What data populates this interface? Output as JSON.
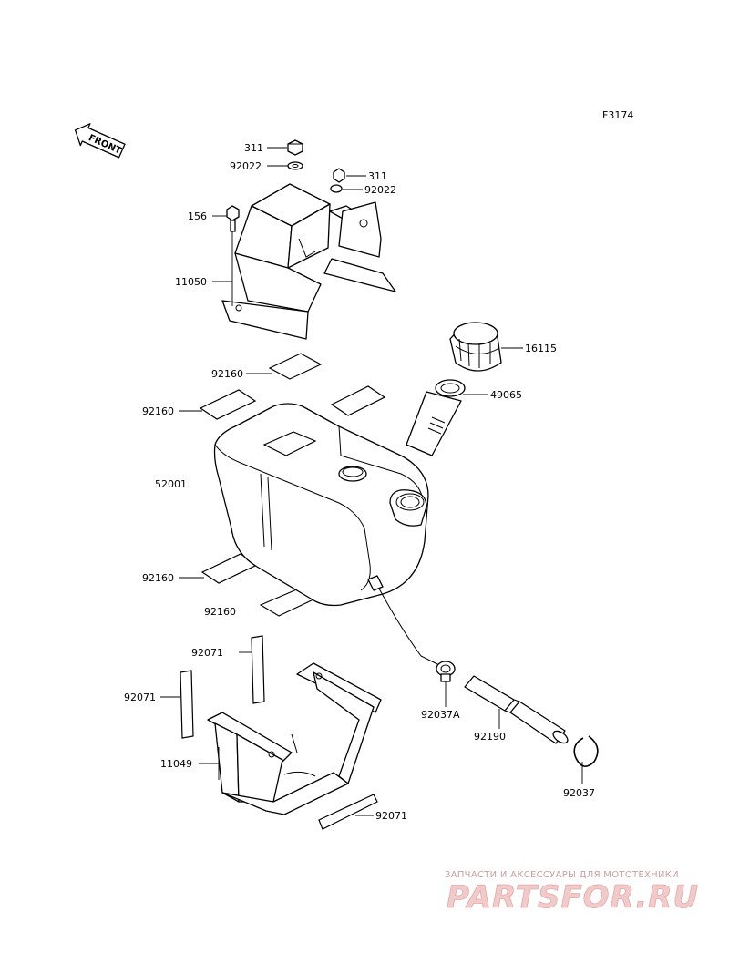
{
  "figure_code": "F3174",
  "front_label": "FRONT",
  "labels": {
    "nut_top": "311",
    "washer_top": "92022",
    "nut_right": "311",
    "washer_right": "92022",
    "bolt": "156",
    "bracket_upper": "11050",
    "cap": "16115",
    "filler_neck": "49065",
    "pad_top": "92160",
    "pad_left": "92160",
    "tank": "52001",
    "pad_lower_left": "92160",
    "pad_lower": "92160",
    "strip_center": "92071",
    "strip_left": "92071",
    "bracket_lower": "11049",
    "strip_bottom": "92071",
    "clamp_small": "92037A",
    "hose": "92190",
    "clamp": "92037"
  },
  "watermark": {
    "tagline": "ЗАПЧАСТИ И АКСЕССУАРЫ ДЛЯ МОТОТЕХНИКИ",
    "brand": "PARTSFOR.RU"
  }
}
